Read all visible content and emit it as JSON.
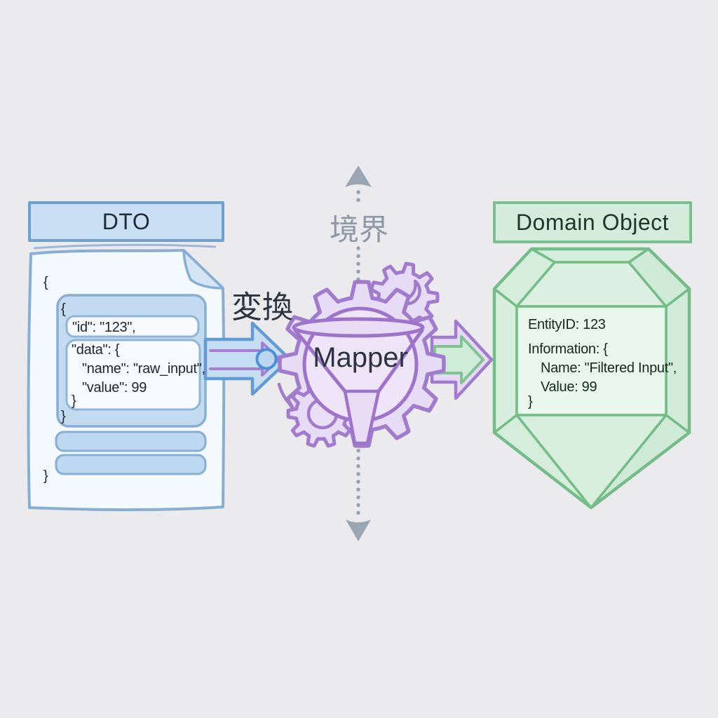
{
  "dto": {
    "title": "DTO",
    "code_lines": {
      "outer_open": "{",
      "inner_open": "{",
      "id": "\"id\": \"123\",",
      "data_open": "\"data\": {",
      "name": "\"name\": \"raw_input\",",
      "value": "\"value\": 99",
      "data_close": "}",
      "inner_close": "}",
      "outer_close": "}"
    }
  },
  "mapper": {
    "label": "Mapper",
    "transform_label": "変換"
  },
  "boundary": {
    "label": "境界"
  },
  "domain": {
    "title": "Domain Object",
    "code_lines": {
      "entity": "EntityID: 123",
      "info_open": "Information: {",
      "name": "Name: \"Filtered Input\",",
      "value": "Value: 99",
      "info_close": "}"
    }
  },
  "colors": {
    "background": "#ebebee",
    "dto_header_fill": "#c9dff4",
    "dto_header_border": "#6f9fce",
    "dto_document_fill": "#f3f9fd",
    "dto_document_border": "#87aed3",
    "dto_block_fill": "#c3daf0",
    "dto_codebox_fill": "#f7fbff",
    "dto_text": "#1c2430",
    "left_arrow_fill": "#c5def4",
    "left_arrow_stroke": "#649bd3",
    "left_arrow_accent": "#a77fd0",
    "mapper_gear_fill": "#e7dcf5",
    "mapper_gear_stroke": "#a17bcc",
    "mapper_text": "#2c3340",
    "boundary_gray": "#99a3b0",
    "right_arrow_outer_fill": "#e6d9f5",
    "right_arrow_outer_stroke": "#a17bcc",
    "right_arrow_inner_fill": "#cfecd7",
    "right_arrow_inner_stroke": "#7fc492",
    "domain_header_fill": "#d6ecdb",
    "domain_header_border": "#7cbf8e",
    "gem_fill": "#dff2e4",
    "gem_stroke": "#74bd88",
    "domain_text": "#16281d"
  }
}
